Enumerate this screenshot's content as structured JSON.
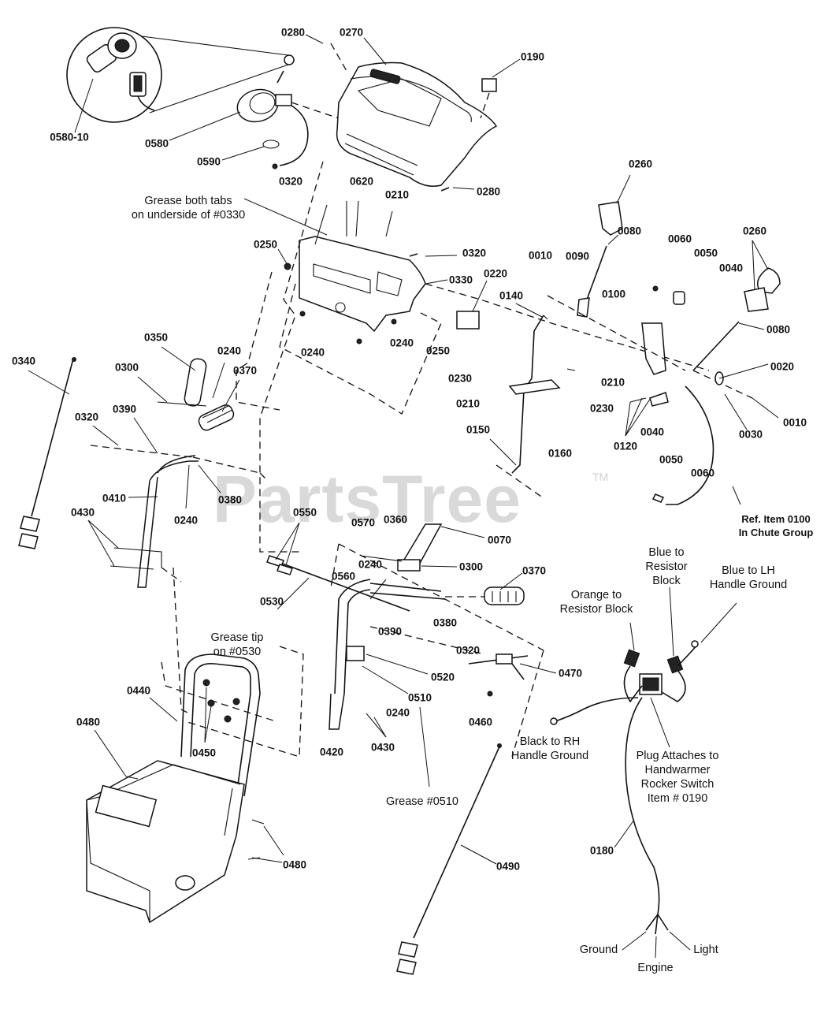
{
  "watermark": {
    "text": "PartsTree",
    "mark": "TM"
  },
  "part_labels": {
    "l0580_10": "0580-10",
    "l0580": "0580",
    "l0590": "0590",
    "l0280a": "0280",
    "l0270": "0270",
    "l0190": "0190",
    "l0280b": "0280",
    "l0320a": "0320",
    "l0620": "0620",
    "l0210a": "0210",
    "l0250a": "0250",
    "l0320b": "0320",
    "l0330": "0330",
    "l0220": "0220",
    "l0240a": "0240",
    "l0240b": "0240",
    "l0250b": "0250",
    "l0230a": "0230",
    "l0260a": "0260",
    "l0080a": "0080",
    "l0060a": "0060",
    "l0050a": "0050",
    "l0040a": "0040",
    "l0260b": "0260",
    "l0010a": "0010",
    "l0090": "0090",
    "l0100": "0100",
    "l0140": "0140",
    "l0080b": "0080",
    "l0020": "0020",
    "l0210b": "0210",
    "l0230b": "0230",
    "l0210c": "0210",
    "l0010b": "0010",
    "l0030": "0030",
    "l0040b": "0040",
    "l0050b": "0050",
    "l0060b": "0060",
    "l0120": "0120",
    "l0150": "0150",
    "l0160": "0160",
    "l0340": "0340",
    "l0350": "0350",
    "l0240c": "0240",
    "l0300a": "0300",
    "l0370a": "0370",
    "l0320c": "0320",
    "l0390a": "0390",
    "l0410": "0410",
    "l0380a": "0380",
    "l0240d": "0240",
    "l0430a": "0430",
    "l0550": "0550",
    "l0570": "0570",
    "l0360": "0360",
    "l0070": "0070",
    "l0240e": "0240",
    "l0300b": "0300",
    "l0560": "0560",
    "l0370b": "0370",
    "l0530": "0530",
    "l0390b": "0390",
    "l0380b": "0380",
    "l0320d": "0320",
    "l0520": "0520",
    "l0470": "0470",
    "l0510": "0510",
    "l0240f": "0240",
    "l0460": "0460",
    "l0440": "0440",
    "l0450": "0450",
    "l0420": "0420",
    "l0430b": "0430",
    "l0480a": "0480",
    "l0480b": "0480",
    "l0490": "0490",
    "l0180": "0180"
  },
  "notes": {
    "grease_tabs": "Grease both tabs\non underside of #0330",
    "grease_tip": "Grease tip\non #0530",
    "grease_0510": "Grease #0510",
    "ref_0100": "Ref. Item 0100\nIn Chute Group",
    "blue_resistor": "Blue to\nResistor\nBlock",
    "blue_lh": "Blue to LH\nHandle Ground",
    "orange_resistor": "Orange to\nResistor Block",
    "black_rh": "Black to RH\nHandle Ground",
    "plug_attaches": "Plug Attaches to\nHandwarmer\nRocker Switch\nItem # 0190",
    "ground": "Ground",
    "engine": "Engine",
    "light": "Light"
  }
}
